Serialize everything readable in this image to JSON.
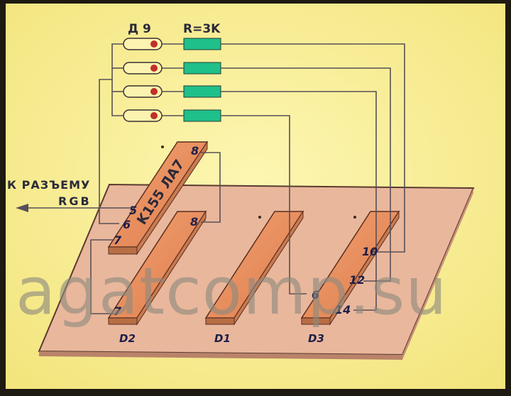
{
  "diagram": {
    "diode_label": "Д 9",
    "resistor_label": "R=3K",
    "connector_label_line1": "К РАЗЪЕМУ",
    "connector_label_line2": "RGB",
    "ic_top_label": "K155 ЛА7",
    "chips": {
      "top": {
        "pin_8": "8",
        "pin_5": "5",
        "pin_6": "6",
        "pin_7": "7"
      },
      "d2": {
        "label": "D2",
        "pin_8": "8",
        "pin_7": "7"
      },
      "d1": {
        "label": "D1"
      },
      "d3": {
        "label": "D3",
        "pin_6": "6",
        "pin_10": "10",
        "pin_12": "12",
        "pin_14": "14"
      }
    },
    "watermark": "agatcomp.su"
  },
  "colors": {
    "paper": "#fbf29a",
    "frame": "#1e1a12",
    "board": "#e8b59a",
    "chip": "#ea8f5e",
    "resistor": "#1fc08a",
    "diode_dot": "#c0302a",
    "wire": "#585058"
  }
}
